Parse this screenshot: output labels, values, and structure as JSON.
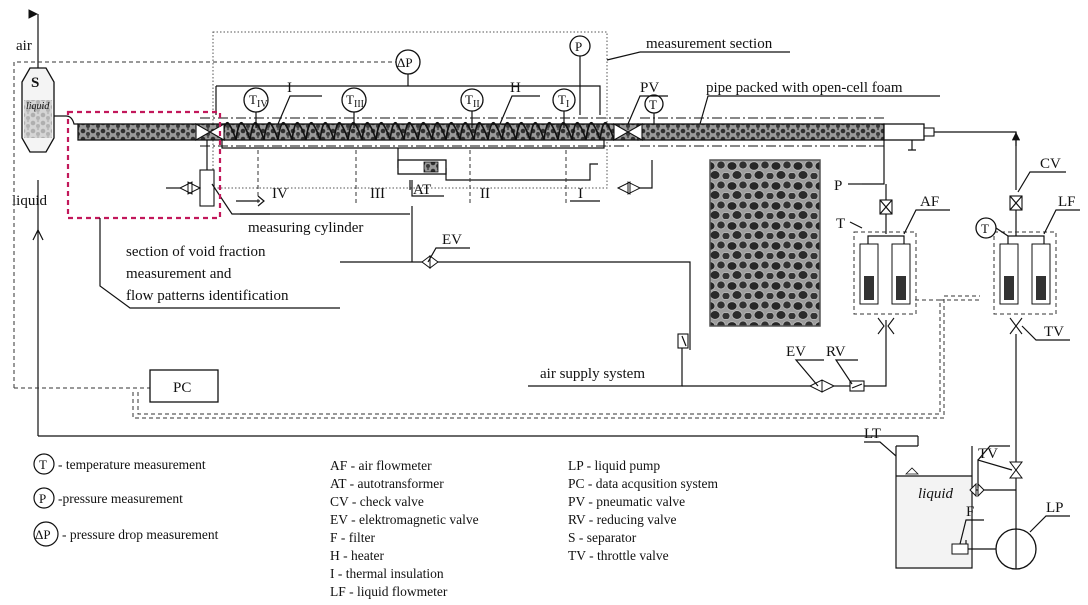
{
  "labels": {
    "air": "air",
    "liquid_side": "liquid",
    "separator_S": "S",
    "separator_liquid": "liquid",
    "measurement_section": "measurement section",
    "pipe_packed": "pipe packed with open-cell foam",
    "dp": "ΔP",
    "p": "P",
    "t": "T",
    "t_iv": "T",
    "t_iv_sub": "IV",
    "t_iii": "T",
    "t_iii_sub": "III",
    "t_ii": "T",
    "t_ii_sub": "II",
    "t_i": "T",
    "t_i_sub": "I",
    "I_top": "I",
    "H_top": "H",
    "PV": "PV",
    "AT": "AT",
    "sec_IV": "IV",
    "sec_III": "III",
    "sec_II": "II",
    "sec_I": "I",
    "measuring_cylinder": "measuring cylinder",
    "void_fraction_line1": "section of void fraction",
    "void_fraction_line2": "measurement and",
    "void_fraction_line3": "flow patterns identification",
    "EV_top": "EV",
    "EV_bottom": "EV",
    "RV": "RV",
    "air_supply": "air supply system",
    "PC": "PC",
    "P_right": "P",
    "T_right": "T",
    "AF": "AF",
    "CV": "CV",
    "T_circle_right": "T",
    "LF": "LF",
    "TV_right": "TV",
    "TV_bottom": "TV",
    "LT": "LT",
    "liquid_tank": "liquid",
    "F": "F",
    "LP": "LP"
  },
  "legend_symbols": [
    {
      "symbol": "T",
      "text": "- temperature measurement"
    },
    {
      "symbol": "P",
      "text": "-pressure measurement"
    },
    {
      "symbol": "ΔP",
      "text": "- pressure drop measurement"
    }
  ],
  "legend_col1": [
    "AF - air flowmeter",
    "AT - autotransformer",
    "CV - check valve",
    "EV - elektromagnetic valve",
    "F - filter",
    "H - heater",
    "I - thermal  insulation",
    "LF - liquid flowmeter"
  ],
  "legend_col2": [
    "LP - liquid pump",
    "PC - data acqusition system",
    "PV - pneumatic valve",
    "RV - reducing valve",
    "S - separator",
    "TV - throttle valve"
  ],
  "colors": {
    "line": "#111111",
    "highlight_box": "#c2185b",
    "foam_dark": "#3a3a3a",
    "foam_light": "#8a8a8a"
  }
}
